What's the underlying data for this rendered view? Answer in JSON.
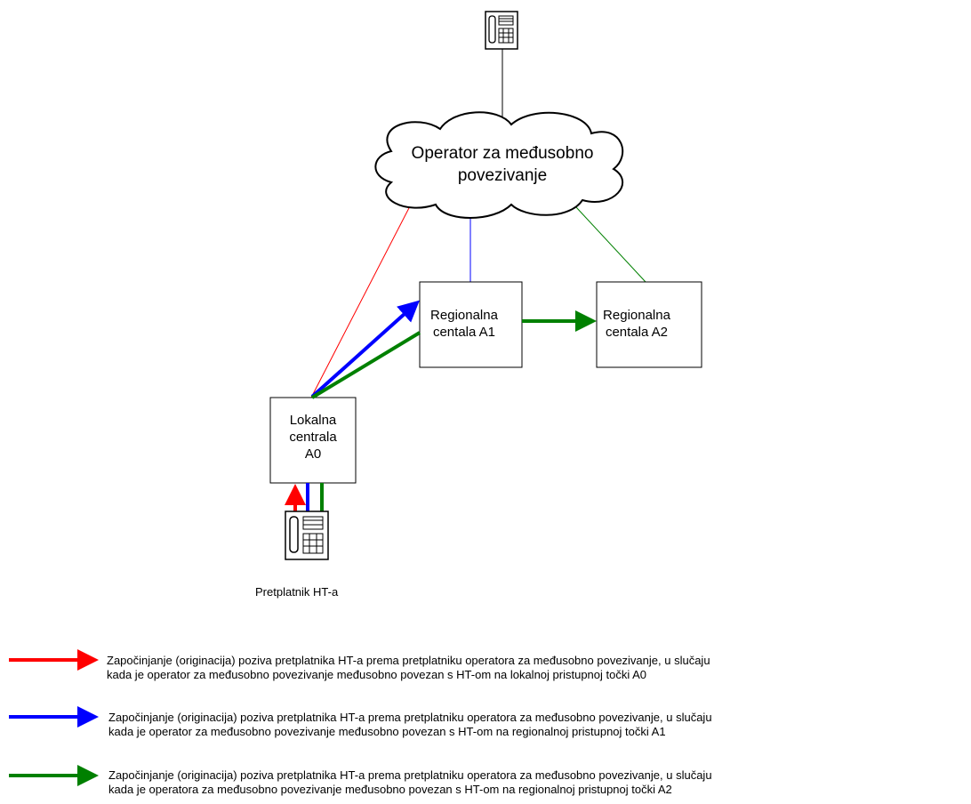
{
  "cloud": {
    "line1": "Operator za međusobno",
    "line2": "povezivanje"
  },
  "nodes": {
    "local": {
      "line1": "Lokalna",
      "line2": "centrala",
      "line3": "A0"
    },
    "regional_a1": {
      "line1": "Regionalna",
      "line2": "centala A1"
    },
    "regional_a2": {
      "line1": "Regionalna",
      "line2": "centala A2"
    }
  },
  "subscriber_label": "Pretplatnik HT-a",
  "icons": {
    "phone": "telephone-icon"
  },
  "colors": {
    "red": "#ff0000",
    "blue": "#0000ff",
    "green": "#008000"
  },
  "legend": [
    {
      "color": "red",
      "line1": "Započinjanje (originacija) poziva pretplatnika HT-a prema pretplatniku operatora za međusobno povezivanje,  u slučaju",
      "line2": "kada je  operator za međusobno povezivanje međusobno povezan s HT-om  na lokalnoj pristupnoj točki A0"
    },
    {
      "color": "blue",
      "line1": "Započinjanje (originacija) poziva pretplatnika HT-a prema pretplatniku operatora za međusobno povezivanje, u slučaju",
      "line2": "kada je  operator za međusobno povezivanje međusobno povezan s HT-om na regionalnoj pristupnoj točki A1"
    },
    {
      "color": "green",
      "line1": "Započinjanje (originacija) poziva pretplatnika HT-a prema pretplatniku operatora za međusobno povezivanje, u slučaju",
      "line2": "kada je operatora za međusobno povezivanje međusobno povezan s HT-om na regionalnoj pristupnoj točki A2"
    }
  ]
}
